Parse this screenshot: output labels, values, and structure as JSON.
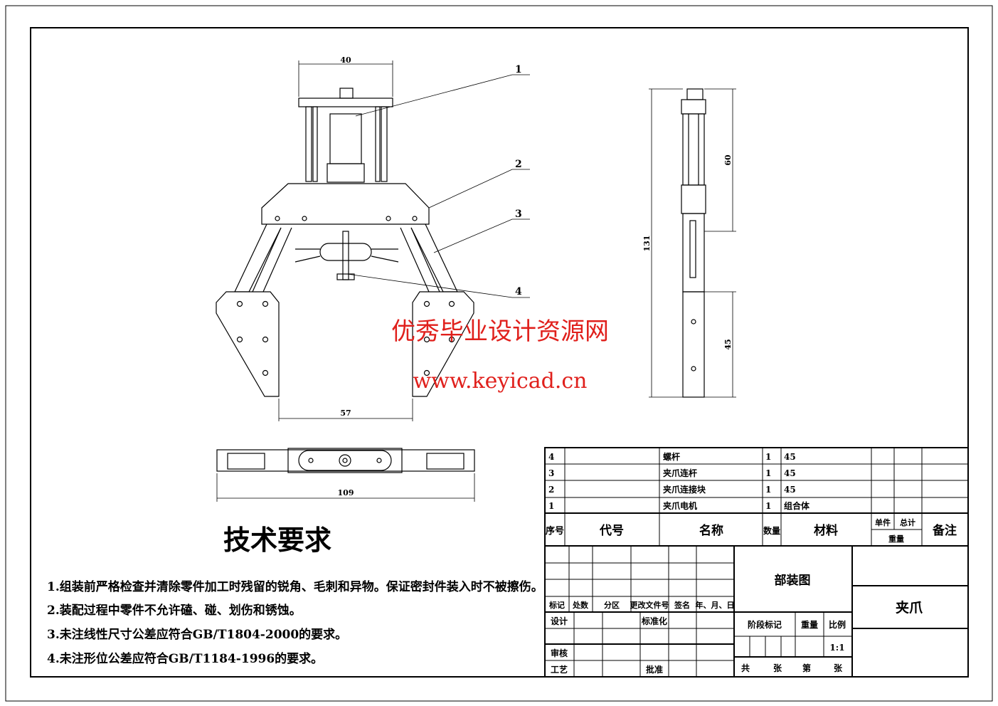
{
  "front_view": {
    "dim_top": "40",
    "dim_bottom": "57",
    "balloons": [
      "1",
      "2",
      "3",
      "4"
    ]
  },
  "top_view": {
    "dim_width": "109"
  },
  "side_view": {
    "dim_total": "131",
    "dim_upper": "60",
    "dim_lower": "45"
  },
  "watermark": {
    "line1": "优秀毕业设计资源网",
    "line2": "www.keyicad.cn"
  },
  "tech_requirements": {
    "title": "技术要求",
    "items": [
      "1.组装前严格检查并清除零件加工时残留的锐角、毛刺和异物。保证密封件装入时不被擦伤。",
      "2.装配过程中零件不允许磕、碰、划伤和锈蚀。",
      "3.未注线性尺寸公差应符合GB/T1804-2000的要求。",
      "4.未注形位公差应符合GB/T1184-1996的要求。"
    ]
  },
  "parts_list": {
    "rows": [
      {
        "no": "4",
        "name": "螺杆",
        "qty": "1",
        "material": "45"
      },
      {
        "no": "3",
        "name": "夹爪连杆",
        "qty": "1",
        "material": "45"
      },
      {
        "no": "2",
        "name": "夹爪连接块",
        "qty": "1",
        "material": "45"
      },
      {
        "no": "1",
        "name": "夹爪电机",
        "qty": "1",
        "material": "组合体"
      }
    ],
    "headers": {
      "no": "序号",
      "code": "代号",
      "name": "名称",
      "qty": "数量",
      "material": "材料",
      "single": "单件",
      "total": "总计",
      "weight": "重量",
      "remark": "备注"
    }
  },
  "title_block": {
    "rev_headers": [
      "标记",
      "处数",
      "分区",
      "更改文件号",
      "签名",
      "年、月、日"
    ],
    "design": "设计",
    "standard": "标准化",
    "review": "审核",
    "process": "工艺",
    "approve": "批准",
    "drawing_type": "部装图",
    "drawing_name": "夹爪",
    "stage": "阶段标记",
    "weight": "重量",
    "scale_label": "比例",
    "scale": "1:1",
    "sheets": [
      "共",
      "张",
      "第",
      "张"
    ]
  }
}
